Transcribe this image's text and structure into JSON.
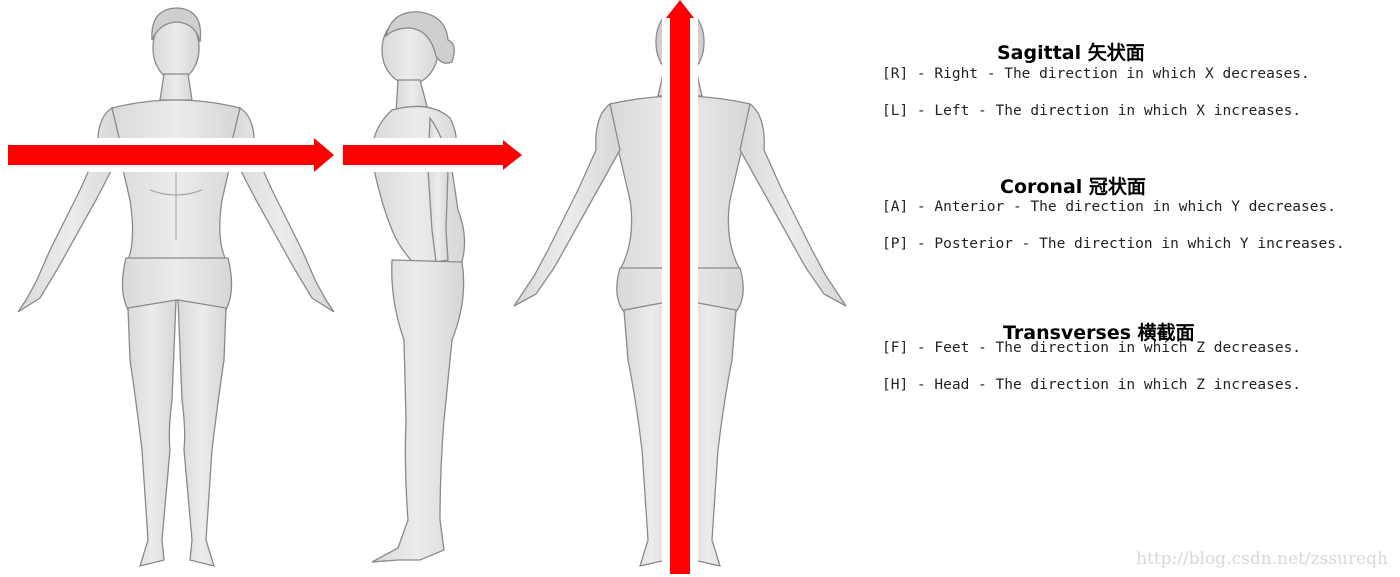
{
  "sections": [
    {
      "title": "Sagittal 矢状面",
      "lines": [
        "[R] - Right - The direction in which X decreases.",
        "[L] - Left - The direction in which X increases."
      ]
    },
    {
      "title": "Coronal 冠状面",
      "lines": [
        "[A] - Anterior - The direction in which Y decreases.",
        "[P] - Posterior - The direction in which Y increases."
      ]
    },
    {
      "title": "Transverses 横截面",
      "lines": [
        "[F] - Feet - The direction in which Z decreases.",
        "[H] - Head - The direction in which Z increases."
      ]
    }
  ],
  "watermark": "http://blog.csdn.net/zssureqh",
  "colors": {
    "arrow": "#ff0000",
    "figure_fill": "#e6e6e6",
    "figure_stroke": "#8a8a8a"
  },
  "figures": [
    {
      "view": "front"
    },
    {
      "view": "side"
    },
    {
      "view": "back"
    }
  ]
}
